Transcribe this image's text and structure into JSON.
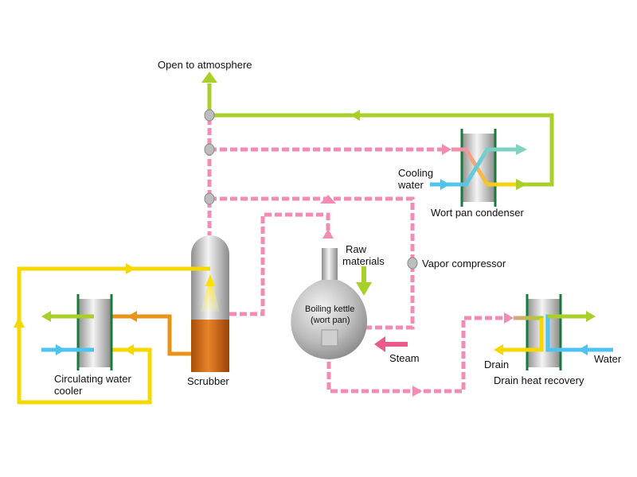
{
  "labels": {
    "open_to_atmosphere": "Open to atmosphere",
    "cooling_water_1": "Cooling",
    "cooling_water_2": "water",
    "wort_pan_condenser": "Wort pan condenser",
    "raw_materials_1": "Raw",
    "raw_materials_2": "materials",
    "vapor_compressor": "Vapor compressor",
    "boiling_kettle_1": "Boiling kettle",
    "boiling_kettle_2": "(wort pan)",
    "steam": "Steam",
    "drain": "Drain",
    "water": "Water",
    "drain_heat_recovery": "Drain heat recovery",
    "circulating_cooler_1": "Circulating water",
    "circulating_cooler_2": "cooler",
    "scrubber": "Scrubber"
  },
  "colors": {
    "vapor_pink": "#f28cb4",
    "yellow_line": "#f4d800",
    "green_line": "#a8cf2a",
    "cyan_line": "#4ec3ef",
    "orange_line": "#e8941a",
    "teal_line": "#7fd3c0",
    "exchanger_frame": "#1a7a3c",
    "steam_arrow": "#ea5a8a"
  }
}
